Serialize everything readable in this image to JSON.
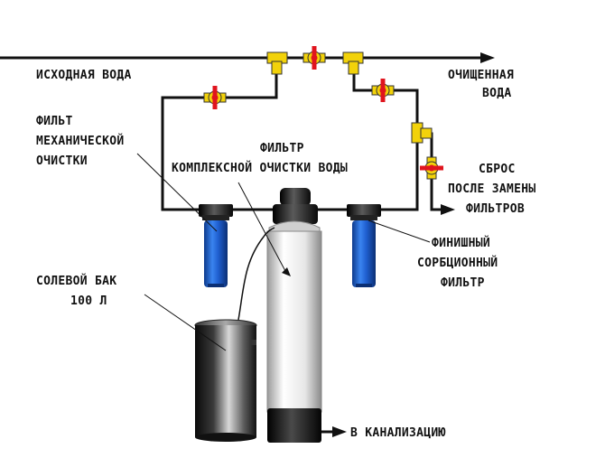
{
  "labels": {
    "source_water": "ИСХОДНАЯ ВОДА",
    "purified_water_1": "ОЧИЩЕННАЯ",
    "purified_water_2": "ВОДА",
    "mech_filter_1": "ФИЛЬТ",
    "mech_filter_2": "МЕХАНИЧЕСКОЙ",
    "mech_filter_3": "ОЧИСТКИ",
    "complex_filter_1": "ФИЛЬТР",
    "complex_filter_2": "КОМПЛЕКСНОЙ ОЧИСТКИ ВОДЫ",
    "drain_after_1": "СБРОС",
    "drain_after_2": "ПОСЛЕ ЗАМЕНЫ",
    "drain_after_3": "ФИЛЬТРОВ",
    "finish_filter_1": "ФИНИШНЫЙ",
    "finish_filter_2": "СОРБЦИОННЫЙ",
    "finish_filter_3": "ФИЛЬТР",
    "salt_tank_1": "СОЛЕВОЙ БАК",
    "salt_tank_2": "100 Л",
    "sewer": "В КАНАЛИЗАЦИЮ"
  },
  "colors": {
    "pipe": "#111111",
    "tee": "#f2d20a",
    "valve_body": "#f2d20a",
    "valve_handle": "#e0141e",
    "filter_housing": "#1f5fd0",
    "filter_cap": "#1a1a1a",
    "tank_body": "#5a5a5a",
    "column_body": "#f4f4f4"
  }
}
